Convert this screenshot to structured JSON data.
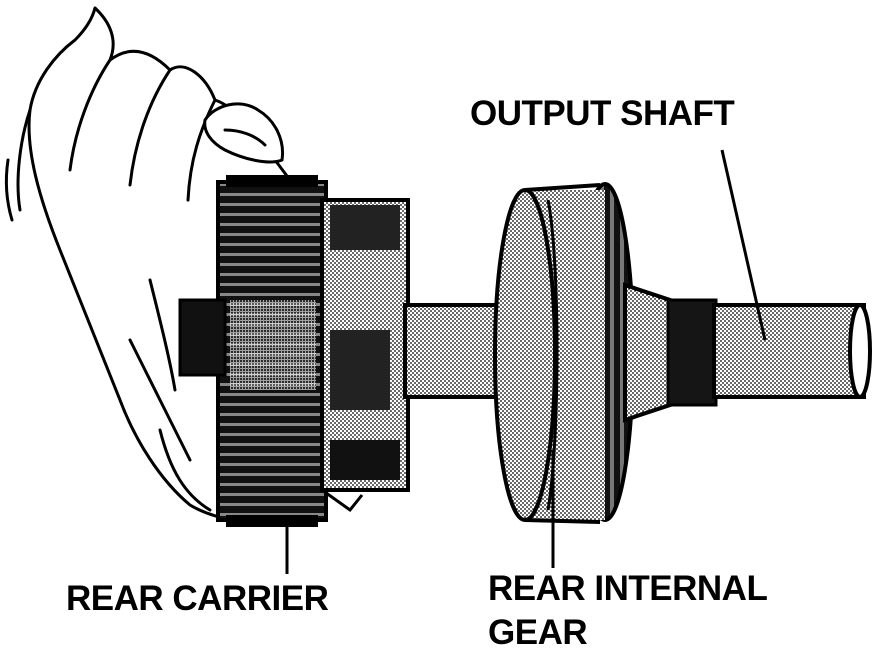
{
  "labels": {
    "output_shaft": "OUTPUT SHAFT",
    "rear_carrier": "REAR CARRIER",
    "rear_internal_gear_line1": "REAR INTERNAL",
    "rear_internal_gear_line2": "GEAR"
  },
  "colors": {
    "ink": "#000000",
    "paper": "#ffffff",
    "halftone": "#b8b8b8"
  }
}
